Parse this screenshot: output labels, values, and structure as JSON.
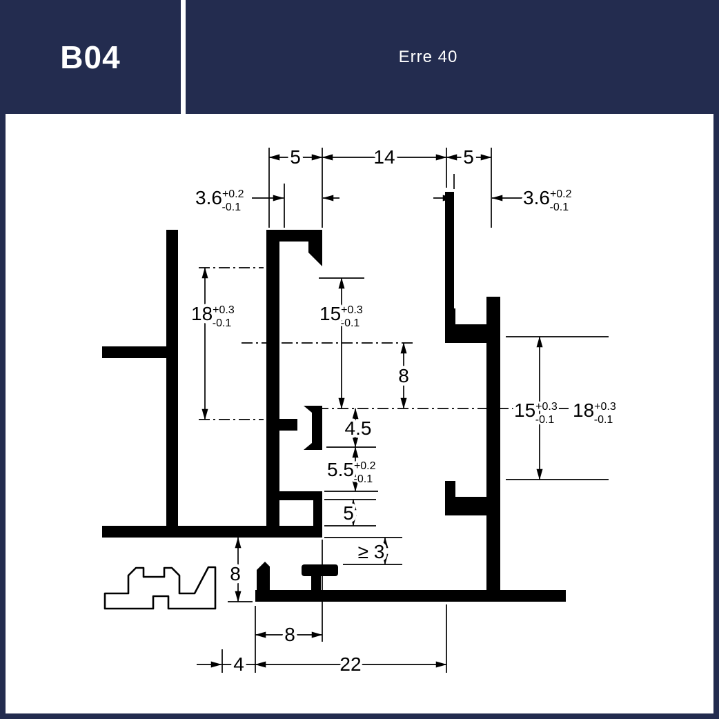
{
  "colors": {
    "header_bg": "#232c4f",
    "drawing": "#000000",
    "paper": "#ffffff"
  },
  "header": {
    "code": "B04",
    "title": "Erre 40"
  },
  "dims": {
    "top_left_width": "5",
    "top_center_width": "14",
    "top_right_width": "5",
    "wall_left": {
      "v": "3.6",
      "p": "+0.2",
      "m": "-0.1"
    },
    "wall_right": {
      "v": "3.6",
      "p": "+0.2",
      "m": "-0.1"
    },
    "left_height": {
      "v": "18",
      "p": "+0.3",
      "m": "-0.1"
    },
    "mid_height": {
      "v": "15",
      "p": "+0.3",
      "m": "-0.1"
    },
    "mid_offset": "8",
    "right_height_15": {
      "v": "15",
      "p": "+0.3",
      "m": "-0.1"
    },
    "right_height_18": {
      "v": "18",
      "p": "+0.3",
      "m": "-0.1"
    },
    "slot_4_5": "4.5",
    "slot_5_5": {
      "v": "5.5",
      "p": "+0.2",
      "m": "-0.1"
    },
    "slot_5": "5",
    "gap_min": "≥ 3",
    "base_height": "8",
    "base_width_8": "8",
    "offset_4": "4",
    "base_width_22": "22"
  }
}
